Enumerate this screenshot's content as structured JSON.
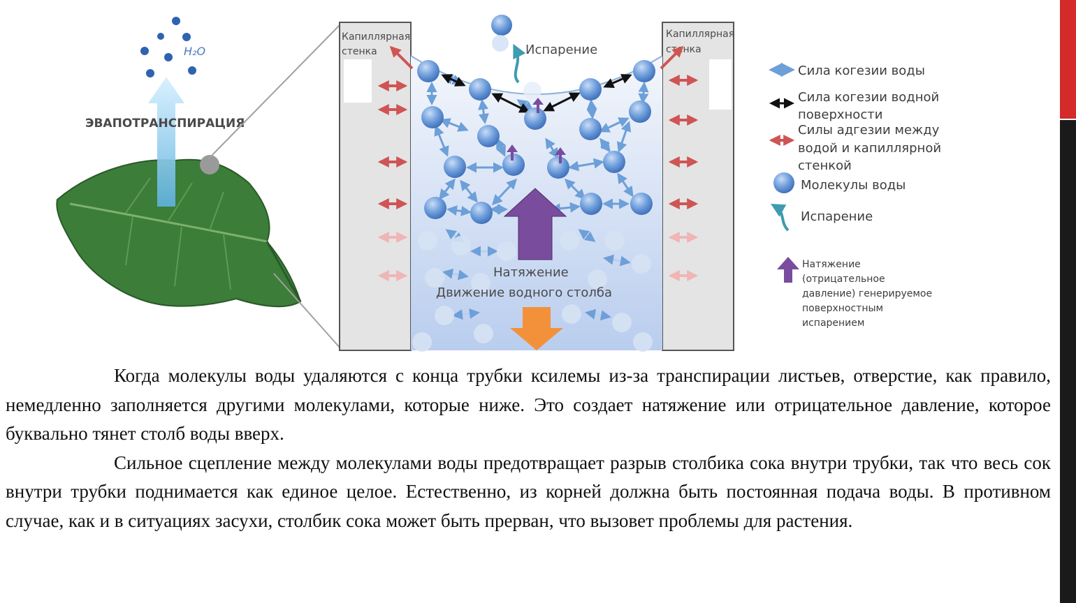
{
  "colors": {
    "side_bar_red": "#d42a2a",
    "side_bar_dark": "#1a1a1a",
    "molecule": "#5b8fd6",
    "blue_arrow": "#6d9fd8",
    "red_arrow": "#cf5454",
    "tension_arrow": "#7a4c9e",
    "down_arrow": "#f2913a",
    "leaf": "#3c7d3a"
  },
  "icons": {
    "leaf": "leaf-image",
    "water": "water-molecule-icon",
    "evaporation": "evaporation-arrow-icon",
    "tension": "tension-arrow-icon"
  },
  "diagram": {
    "h2o_label": "H₂O",
    "evapotranspiration_label": "ЭВАПОТРАНСПИРАЦИЯ",
    "capillary_wall_left": [
      "Капиллярная",
      "стенка"
    ],
    "capillary_wall_right": [
      "Капиллярная",
      "стенка"
    ],
    "evaporation_label": "Испарение",
    "tension_label": "Натяжение",
    "water_column_label": "Движение водного столба"
  },
  "legend": {
    "cohesion": "Сила когезии воды",
    "surface_cohesion": [
      "Сила когезии водной",
      "поверхности"
    ],
    "adhesion": [
      "Силы адгезии между",
      "водой и капиллярной",
      "стенкой"
    ],
    "molecules": "Молекулы воды",
    "evaporation": "Испарение",
    "tension": [
      "Натяжение",
      "(отрицательное",
      "давление) генерируемое",
      "поверхностным",
      "испарением"
    ]
  },
  "text": {
    "paragraph1": "Когда молекулы воды удаляются с конца трубки ксилемы из-за транспирации листьев, отверстие, как правило, немедленно заполняется другими молекулами, которые ниже. Это создает натяжение или отрицательное давление, которое буквально тянет столб воды вверх.",
    "paragraph2": "Сильное сцепление между молекулами воды предотвращает разрыв столбика сока внутри трубки, так что весь сок внутри трубки поднимается как единое целое. Естественно, из корней должна быть постоянная подача воды. В противном случае, как и в ситуациях засухи, столбик сока может быть прерван, что вызовет проблемы для растения."
  }
}
